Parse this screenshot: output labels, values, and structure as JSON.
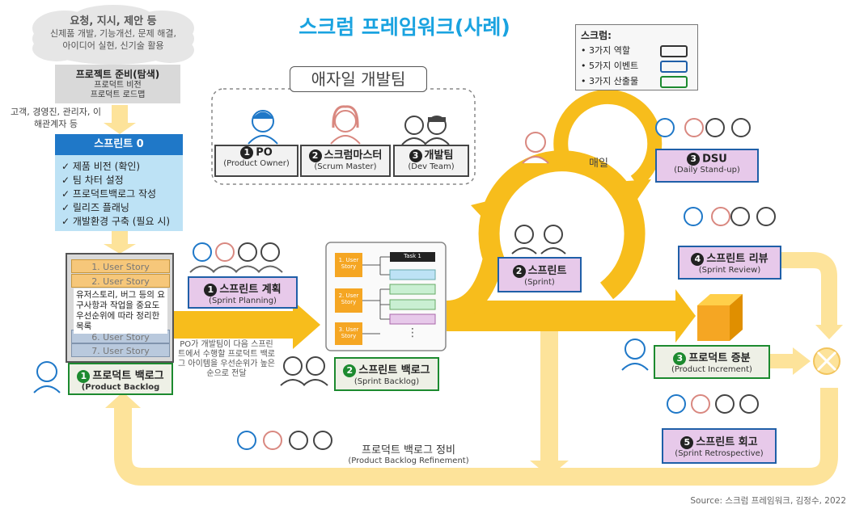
{
  "title": "스크럼 프레임워크(사례)",
  "cloud": {
    "heading": "요청, 지시, 제안 등",
    "line2": "신제품 개발, 기능개선, 문제 해결,",
    "line3": "아이디어 실현, 신기술 활용"
  },
  "project_prep": {
    "title": "프로젝트 준비(탐색)",
    "line1": "프로덕트 비전",
    "line2": "프로덕트 로드맵"
  },
  "stakeholders": {
    "line1": "고객, 경영진, 관리자, 이",
    "line2": "해관계자 등"
  },
  "sprint0": {
    "title": "스프린트 0",
    "items": [
      "✓  제품 비전 (확인)",
      "✓  팀 차터 설정",
      "✓  프로덕트백로그 작성",
      "✓  릴리즈 플래닝",
      "✓  개발환경 구축 (필요 시)"
    ]
  },
  "legend": {
    "title": "스크럼:",
    "items": [
      {
        "label": "• 3가지 역할",
        "color": "#333333"
      },
      {
        "label": "• 5가지 이벤트",
        "color": "#1f5fa8"
      },
      {
        "label": "• 3가지 산출물",
        "color": "#1c8a2f"
      }
    ]
  },
  "agile_team": {
    "title": "애자일 개발팀"
  },
  "roles": [
    {
      "num": "1",
      "name": "PO",
      "sub": "(Product Owner)"
    },
    {
      "num": "2",
      "name": "스크럼마스터",
      "sub": "(Scrum Master)"
    },
    {
      "num": "3",
      "name": "개발팀",
      "sub": "(Dev Team)"
    }
  ],
  "backlog_stories": {
    "s1": "1.  User Story",
    "s2": "2.  User Story",
    "s6": "6.  User Story",
    "s7": "7.  User Story",
    "note": "유저스토리, 버그 등의 요구사항과 작업을 중요도 우선순위에 따라 정리한 목록"
  },
  "product_backlog": {
    "num": "1",
    "name": "프로덕트 백로그",
    "sub": "(Product Backlog"
  },
  "sprint_planning": {
    "num": "1",
    "name": "스프린트 계획",
    "sub": "(Sprint Planning)"
  },
  "po_note": "PO가 개발팀이 다음 스프린트에서 수행할 프로덕트 백로그 아이템을 우선순위가 높은 순으로 전달",
  "sprint_backlog_card": {
    "stories": [
      "1. User Story",
      "2. User Story",
      "3. User Story"
    ],
    "task1": "Task 1",
    "dots": "⋮"
  },
  "sprint_backlog": {
    "num": "2",
    "name": "스프린트 백로그",
    "sub": "(Sprint Backlog)"
  },
  "daily_label": "매일",
  "sprint": {
    "num": "2",
    "name": "스프린트",
    "sub": "(Sprint)"
  },
  "dsu": {
    "num": "3",
    "name": "DSU",
    "sub": "(Daily Stand-up)"
  },
  "review": {
    "num": "4",
    "name": "스프린트 리뷰",
    "sub": "(Sprint Review)"
  },
  "increment": {
    "num": "3",
    "name": "프로덕트 증분",
    "sub": "(Product Increment)"
  },
  "retro": {
    "num": "5",
    "name": "스프린트 회고",
    "sub": "(Sprint Retrospective)"
  },
  "refinement": {
    "name": "프로덕트 백로그 정비",
    "sub": "(Product Backlog Refinement)"
  },
  "source": "Source: 스크럼 프레임워크, 김정수, 2022"
}
